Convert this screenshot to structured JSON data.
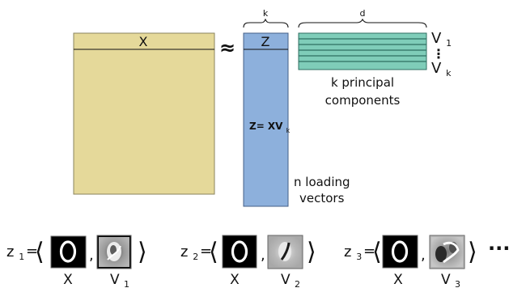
{
  "colors": {
    "x_fill": "#e5d99a",
    "x_stroke": "#8a845f",
    "z_fill": "#8db0dc",
    "z_stroke": "#445f87",
    "v_fill": "#7fcdb9",
    "v_stroke": "#2f6f62",
    "text": "#111111",
    "image_bg": "#000000"
  },
  "matrix_x": {
    "label": "X"
  },
  "approx_symbol": "≈",
  "matrix_z": {
    "label": "Z",
    "brace_label": "k",
    "formula": {
      "lhs": "Z= XV",
      "subscript": "k"
    }
  },
  "components": {
    "brace_label": "d",
    "vector_top": "V",
    "vector_top_sub": "1",
    "vector_dots": "⋮",
    "vector_bottom": "V",
    "vector_bottom_sub": "k",
    "caption_line1": "k principal",
    "caption_line2": "components"
  },
  "loading_caption": {
    "line1": "n loading",
    "line2": "vectors"
  },
  "score_formulas": [
    {
      "lhs": "z",
      "lhs_sub": "1",
      "equals": "=",
      "langle": "⟨",
      "comma": ",",
      "rangle": "⟩",
      "x_label": "X",
      "v_label": "V",
      "v_sub": "1",
      "v_image_icon": "pc1-image-icon"
    },
    {
      "lhs": "z",
      "lhs_sub": "2",
      "equals": "=",
      "langle": "⟨",
      "comma": ",",
      "rangle": "⟩",
      "x_label": "X",
      "v_label": "V",
      "v_sub": "2",
      "v_image_icon": "pc2-image-icon"
    },
    {
      "lhs": "z",
      "lhs_sub": "3",
      "equals": "=",
      "langle": "⟨",
      "comma": ",",
      "rangle": "⟩",
      "x_label": "X",
      "v_label": "V",
      "v_sub": "3",
      "v_image_icon": "pc3-image-icon"
    }
  ],
  "ellipsis": "···"
}
